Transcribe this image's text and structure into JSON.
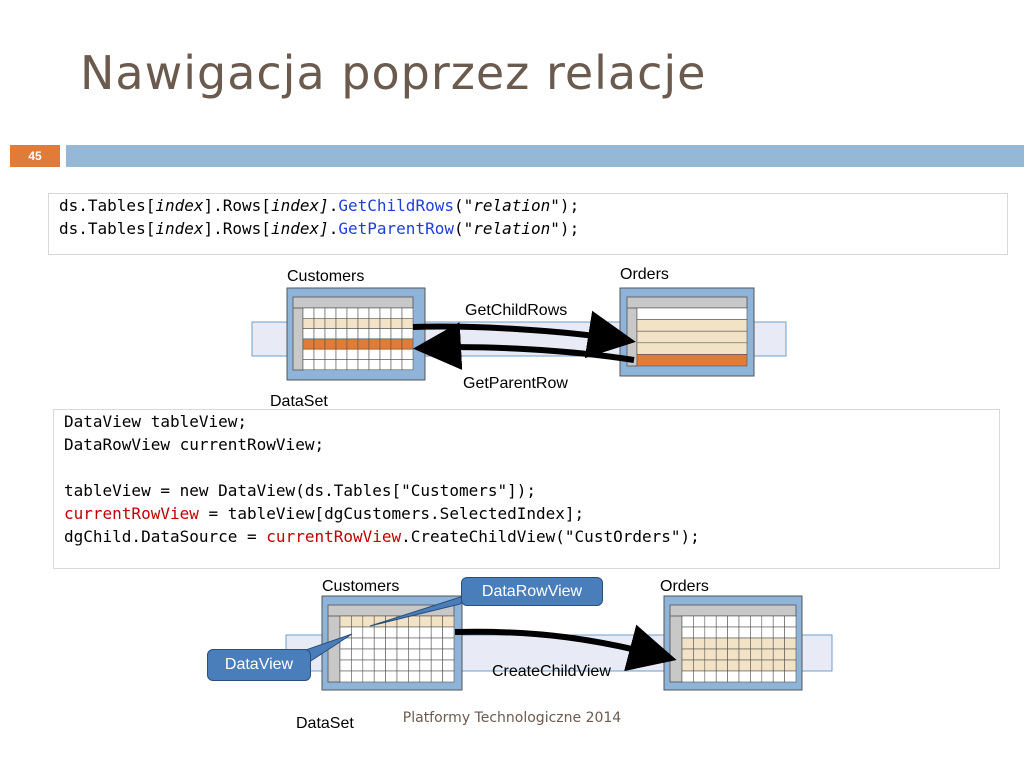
{
  "slide": {
    "title": "Nawigacja poprzez relacje",
    "number": "45",
    "footer": "Platformy Technologiczne 2014"
  },
  "code1": {
    "line1": {
      "a": "ds.Tables[",
      "b": "index",
      "c": "].Rows[",
      "d": "index]",
      "e": ".",
      "f": "GetChildRows",
      "g": "(\"",
      "h": "relation",
      "i": "\");"
    },
    "line2": {
      "a": "ds.Tables[",
      "b": "index",
      "c": "].Rows[",
      "d": "index]",
      "e": ".",
      "f": "GetParentRow",
      "g": "(\"",
      "h": "relation",
      "i": "\");"
    }
  },
  "diagram1": {
    "customers_label": "Customers",
    "orders_label": "Orders",
    "getchild_label": "GetChildRows",
    "getparent_label": "GetParentRow",
    "dataset_label": "DataSet"
  },
  "code2": {
    "l1": "DataView tableView;",
    "l2": "DataRowView currentRowView;",
    "l3": "",
    "l4": "tableView = new DataView(ds.Tables[\"Customers\"]);",
    "l5a": "currentRowView",
    "l5b": " = tableView[dgCustomers.SelectedIndex];",
    "l6a": "dgChild.DataSource = ",
    "l6b": "currentRowView",
    "l6c": ".CreateChildView(\"CustOrders\");"
  },
  "diagram2": {
    "customers_label": "Customers",
    "orders_label": "Orders",
    "datarowview_label": "DataRowView",
    "dataview_label": "DataView",
    "createchild_label": "CreateChildView",
    "dataset_label": "DataSet"
  },
  "colors": {
    "title": "#6b5a4e",
    "bar": "#95b8d6",
    "slide_number_bg": "#e07b39",
    "code_blue": "#1f3fd6",
    "code_red": "#c00000",
    "table_frame": "#6f9cc8",
    "highlight_row": "#f3e3c6",
    "selected_row": "#e07b39"
  }
}
